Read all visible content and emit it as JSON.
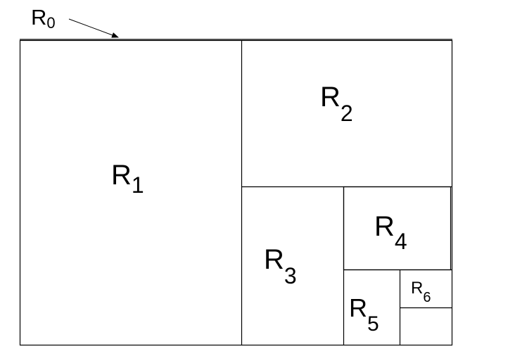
{
  "diagram": {
    "line_color": "#000000",
    "background_color": "#ffffff",
    "outer_label": {
      "base": "R",
      "sub": "0"
    },
    "regions": [
      {
        "id": "r1",
        "base": "R",
        "sub": "1"
      },
      {
        "id": "r2",
        "base": "R",
        "sub": "2"
      },
      {
        "id": "r3",
        "base": "R",
        "sub": "3"
      },
      {
        "id": "r4",
        "base": "R",
        "sub": "4"
      },
      {
        "id": "r5",
        "base": "R",
        "sub": "5"
      },
      {
        "id": "r6",
        "base": "R",
        "sub": "6"
      }
    ]
  }
}
